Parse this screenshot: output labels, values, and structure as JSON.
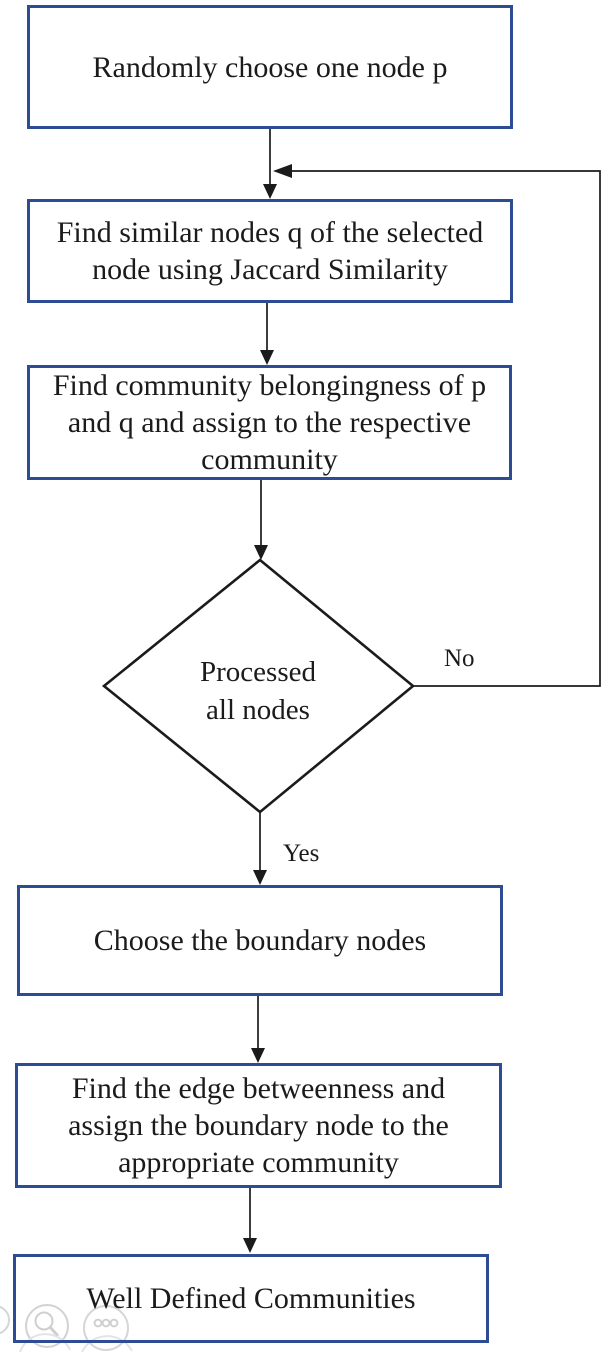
{
  "flowchart": {
    "boxes": {
      "b1": {
        "lines": [
          "Randomly choose one node p"
        ]
      },
      "b2": {
        "lines": [
          "Find similar nodes q of the selected",
          "node using Jaccard Similarity"
        ]
      },
      "b3": {
        "lines": [
          "Find community belongingness of p",
          "and q and assign to the respective",
          "community"
        ]
      },
      "b4": {
        "lines": [
          "Choose the boundary nodes"
        ]
      },
      "b5": {
        "lines": [
          "Find the edge betweenness and",
          "assign the boundary node to the",
          "appropriate community"
        ]
      },
      "b6": {
        "lines": [
          "Well Defined Communities"
        ]
      }
    },
    "decision": {
      "lines": [
        "Processed",
        "all nodes"
      ]
    },
    "edge_labels": {
      "no": "No",
      "yes": "Yes"
    },
    "icons": [
      "magnifier-icon",
      "ellipsis-icon"
    ],
    "colors": {
      "box_border": "#2e4c94",
      "line": "#1b1b1b",
      "text": "#1b1b1b",
      "watermark": "#c9c9c9"
    }
  }
}
